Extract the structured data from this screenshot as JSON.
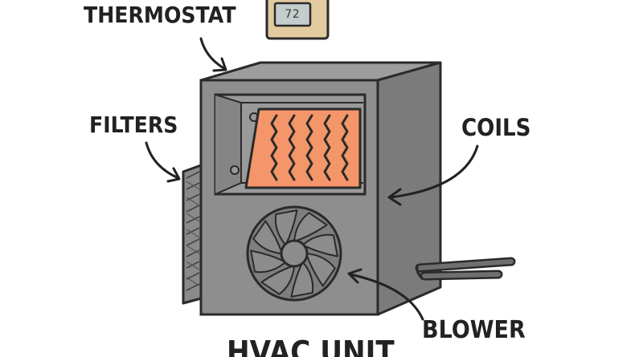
{
  "diagram": {
    "title": "HVAC UNIT",
    "labels": {
      "thermostat": "THERMOSTAT",
      "filters": "FILTERS",
      "coils": "COILS",
      "blower": "BLOWER"
    },
    "thermostat_display": "72",
    "colors": {
      "housing_front": "#8e8e8e",
      "housing_side": "#7b7b7b",
      "housing_top": "#9d9d9d",
      "coil": "#f4956a",
      "fan": "#7e7e7e",
      "thermostat_body": "#e3caa0",
      "thermostat_screen": "#c4cccc",
      "outline": "#2a2a2a"
    }
  }
}
